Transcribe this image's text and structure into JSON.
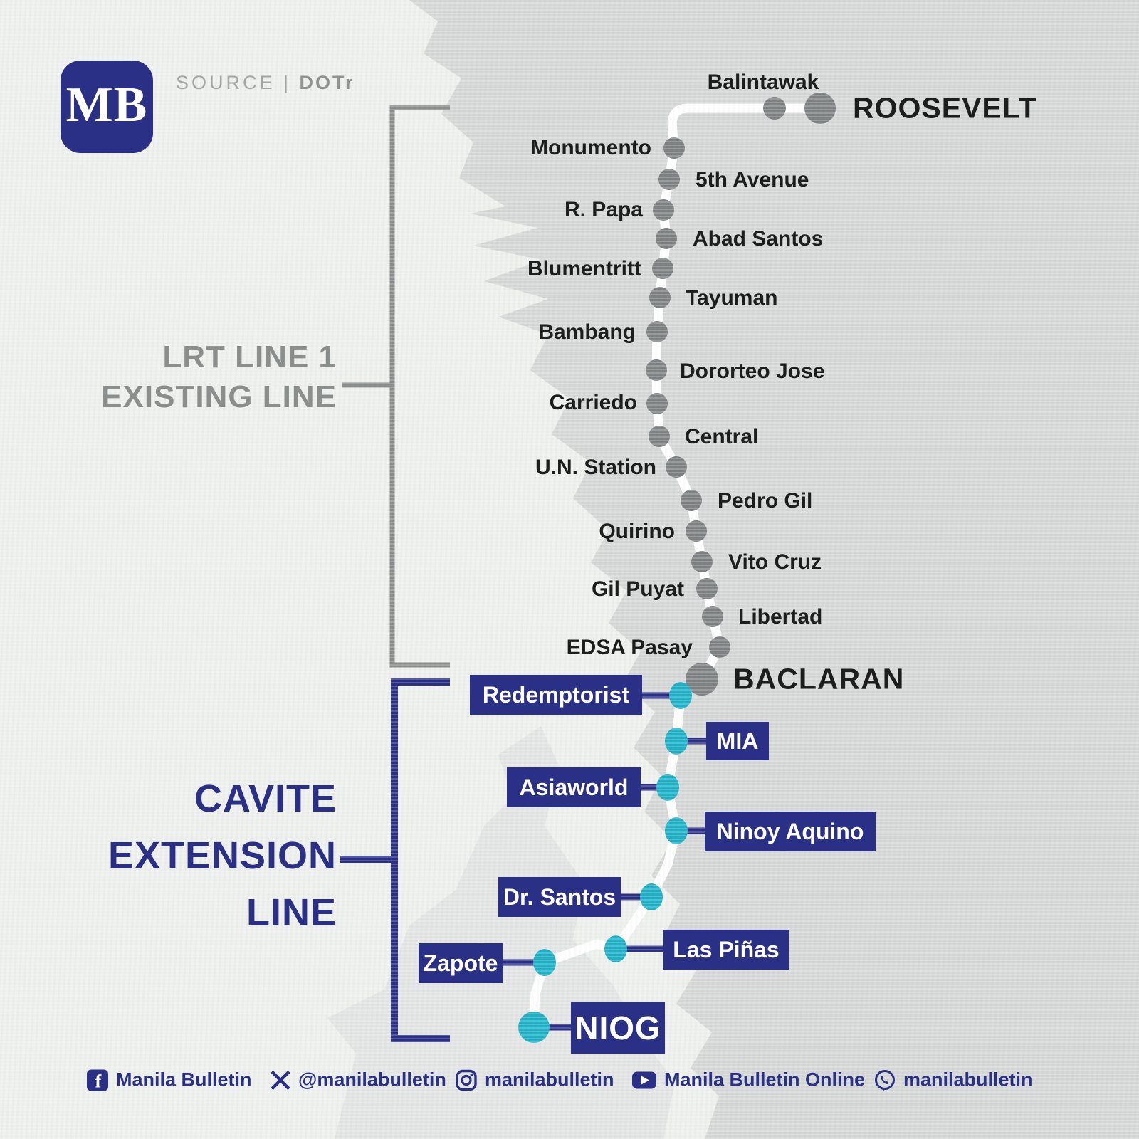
{
  "meta": {
    "brand": "MB",
    "source_label": "SOURCE |",
    "source_value": "DOTr"
  },
  "colors": {
    "navy": "#2b3087",
    "teal": "#1fb1c7",
    "gray_dot": "#7f8283",
    "route_line": "#ffffff",
    "land": "#d6d8d7",
    "sea": "#eef0ee",
    "title_gray": "#8a8e8d",
    "station_text": "#1d1d1d"
  },
  "existing_line": {
    "title_line1": "LRT LINE 1",
    "title_line2": "EXISTING LINE",
    "stations": [
      {
        "name": "Balintawak"
      },
      {
        "name": "ROOSEVELT",
        "major": true
      },
      {
        "name": "Monumento"
      },
      {
        "name": "5th Avenue"
      },
      {
        "name": "R. Papa"
      },
      {
        "name": "Abad Santos"
      },
      {
        "name": "Blumentritt"
      },
      {
        "name": "Tayuman"
      },
      {
        "name": "Bambang"
      },
      {
        "name": "Dororteo Jose"
      },
      {
        "name": "Carriedo"
      },
      {
        "name": "Central"
      },
      {
        "name": "U.N. Station"
      },
      {
        "name": "Pedro Gil"
      },
      {
        "name": "Quirino"
      },
      {
        "name": "Vito Cruz"
      },
      {
        "name": "Gil Puyat"
      },
      {
        "name": "Libertad"
      },
      {
        "name": "EDSA Pasay"
      },
      {
        "name": "BACLARAN",
        "major": true
      }
    ]
  },
  "extension_line": {
    "title_line1": "CAVITE",
    "title_line2": "EXTENSION",
    "title_line3": "LINE",
    "stations": [
      {
        "name": "Redemptorist"
      },
      {
        "name": "MIA"
      },
      {
        "name": "Asiaworld"
      },
      {
        "name": "Ninoy Aquino"
      },
      {
        "name": "Dr. Santos"
      },
      {
        "name": "Las Piñas"
      },
      {
        "name": "Zapote"
      },
      {
        "name": "NIOG"
      }
    ]
  },
  "footer": {
    "facebook": "Manila Bulletin",
    "x": "@manilabulletin",
    "instagram": "manilabulletin",
    "youtube": "Manila Bulletin Online",
    "viber": "manilabulletin"
  }
}
